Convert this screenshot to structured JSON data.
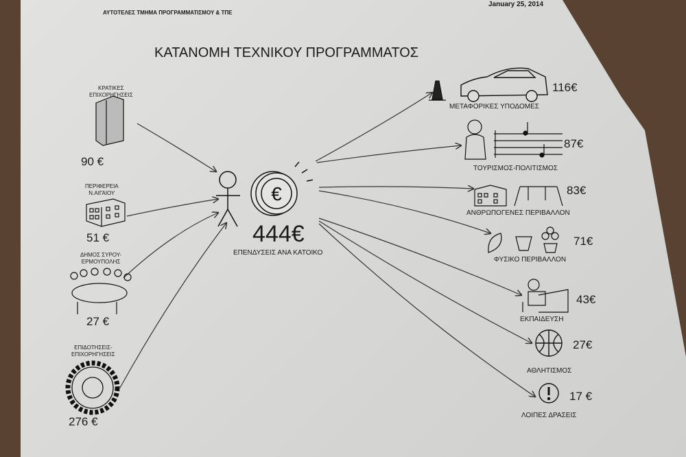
{
  "header": {
    "department": "ΑΥΤΟΤΕΛΕΣ ΤΜΗΜΑ ΠΡΟΓΡΑΜΜΑΤΙΣΜΟΥ & ΤΠΕ",
    "date": "January 25, 2014"
  },
  "title": "ΚΑΤΑΝΟΜΗ ΤΕΧΝΙΚΟΥ ΠΡΟΓΡΑΜΜΑΤΟΣ",
  "center": {
    "value": "444€",
    "label": "ΕΠΕΝΔΥΣΕΙΣ ΑΝΑ ΚΑΤΟΙΚΟ"
  },
  "sources": [
    {
      "label1": "ΚΡΑΤΙΚΕΣ",
      "label2": "ΕΠΙΧΟΡΗΓΗΣΕΙΣ",
      "value": "90 €"
    },
    {
      "label1": "ΠΕΡΙΦΕΡΕΙΑ",
      "label2": "Ν.ΑΙΓΑΙΟΥ",
      "value": "51 €"
    },
    {
      "label1": "ΔΗΜΟΣ ΣΥΡΟΥ-",
      "label2": "ΕΡΜΟΥΠΟΛΗΣ",
      "value": "27 €"
    },
    {
      "label1": "ΕΠΙΔΟΤΗΣΕΙΣ-",
      "label2": "ΕΠΙΧΟΡΗΓΗΣΕΙΣ",
      "value": "276 €"
    }
  ],
  "uses": [
    {
      "label": "ΜΕΤΑΦΟΡΙΚΕΣ ΥΠΟΔΟΜΕΣ",
      "value": "116€"
    },
    {
      "label": "ΤΟΥΡΙΣΜΟΣ-ΠΟΛΙΤΙΣΜΟΣ",
      "value": "87€"
    },
    {
      "label": "ΑΝΘΡΩΠΟΓΕΝΕΣ ΠΕΡΙΒΑΛΛΟΝ",
      "value": "83€"
    },
    {
      "label": "ΦΥΣΙΚΟ ΠΕΡΙΒΑΛΛΟΝ",
      "value": "71€"
    },
    {
      "label": "ΕΚΠΑΙΔΕΥΣΗ",
      "value": "43€"
    },
    {
      "label": "ΑΘΛΗΤΙΣΜΟΣ",
      "value": "27€"
    },
    {
      "label": "ΛΟΙΠΕΣ ΔΡΑΣΕΙΣ",
      "value": "17 €"
    }
  ],
  "colors": {
    "ink": "#1a1a1a",
    "paper": "#dcdcda",
    "table": "#5a4232"
  }
}
